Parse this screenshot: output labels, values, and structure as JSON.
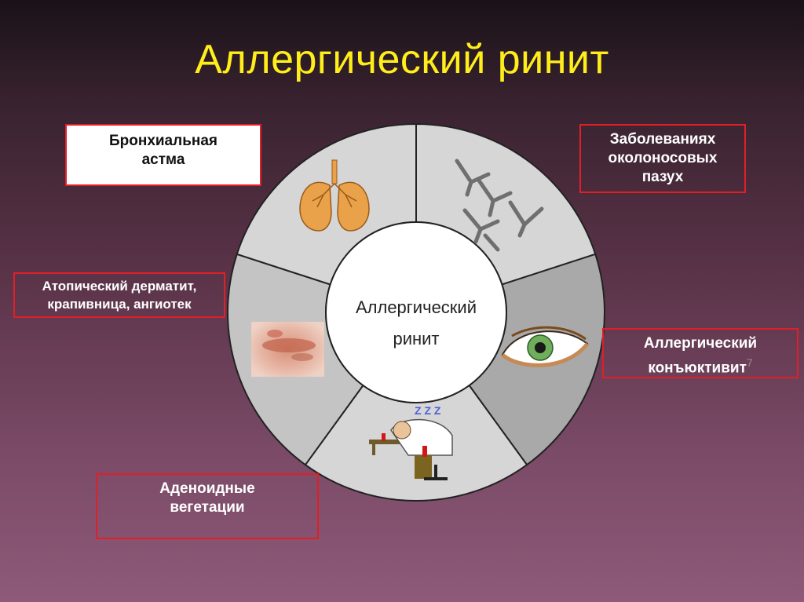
{
  "title": "Аллергический ринит",
  "center": {
    "line1": "Аллергический",
    "line2": "ринит"
  },
  "boxes": {
    "asthma": {
      "line1": "Бронхиальная",
      "line2": "астма"
    },
    "sinus": {
      "line1": "Заболеваниях",
      "line2": "околоносовых",
      "line3": "пазух"
    },
    "dermatitis": {
      "line1": "Атопический дерматит,",
      "line2": "крапивница, ангиотек"
    },
    "conjunctivitis": {
      "line1": "Аллергический",
      "line2": "конъюктивит",
      "page_number": "7"
    },
    "adenoids": {
      "line1": "Аденоидные",
      "line2": "вегетации"
    }
  },
  "sleep_letters": "Z Z Z",
  "colors": {
    "title": "#ffee1a",
    "box_border": "#e01f26",
    "ring_light": "#d6d6d6",
    "ring_mid": "#c4c4c4",
    "ring_dark": "#a9a9a9",
    "lungs": "#e9a24a"
  },
  "icons": [
    "lungs-icon",
    "sinus-icon",
    "skin-rash-icon",
    "eye-icon",
    "sleeping-person-icon"
  ]
}
